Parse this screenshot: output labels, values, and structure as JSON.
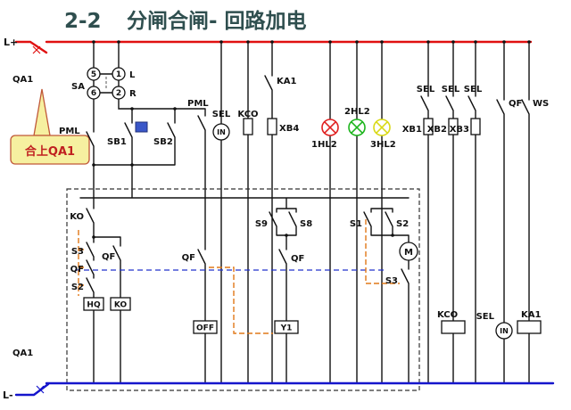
{
  "title": {
    "num": "2-2",
    "text": "分闸合闸- 回路加电"
  },
  "rails": {
    "positive": "L+",
    "negative": "L-"
  },
  "callout": {
    "text": "合上QA1"
  },
  "labels": {
    "qa1_top": "QA1",
    "qa1_bottom": "QA1",
    "sa": "SA",
    "sa_5": "5",
    "sa_1": "1",
    "sa_6": "6",
    "sa_2": "2",
    "sa_l": "L",
    "sa_r": "R",
    "pml_left": "PML",
    "sb1": "SB1",
    "sb2": "SB2",
    "pml_mid": "PML",
    "sel_top": "SEL",
    "sel_top_in": "IN",
    "kco_top": "KCO",
    "ka1_contact": "KA1",
    "xb4": "XB4",
    "hl2_1": "1HL2",
    "hl2_2": "2HL2",
    "hl2_3": "3HL2",
    "sel_r1": "SEL",
    "sel_r2": "SEL",
    "sel_r3": "SEL",
    "xb1": "XB1",
    "xb2": "XB2",
    "xb3": "XB3",
    "qf_right": "QF",
    "ws": "WS",
    "ko_contact": "KO",
    "s3_left": "S3",
    "qf_left_a": "QF",
    "s2_left": "S2",
    "qf_left_b": "QF",
    "hq_coil": "HQ",
    "ko_coil": "KO",
    "qf_mid": "QF",
    "off_coil": "OFF",
    "s9": "S9",
    "s8": "S8",
    "qf_mid2": "QF",
    "y1_coil": "Y1",
    "s1": "S1",
    "s2_right": "S2",
    "motor": "M",
    "s3_right": "S3",
    "kco_coil": "KCO",
    "sel_bottom": "SEL",
    "sel_bottom_in": "IN",
    "ka1_coil": "KA1"
  },
  "colors": {
    "positive_rail": "#e01010",
    "negative_rail": "#1515cc",
    "lamp_1hl2": "#e02020",
    "lamp_2hl2": "#1db51d",
    "lamp_3hl2": "#d9d916",
    "signal_path_orange": "#e07818",
    "linkage_blue": "#2233cc",
    "callout_fill": "#f6f0a0",
    "callout_text": "#c02020",
    "indicator_square": "#3a57c9",
    "title_text": "#2F4F4F"
  }
}
